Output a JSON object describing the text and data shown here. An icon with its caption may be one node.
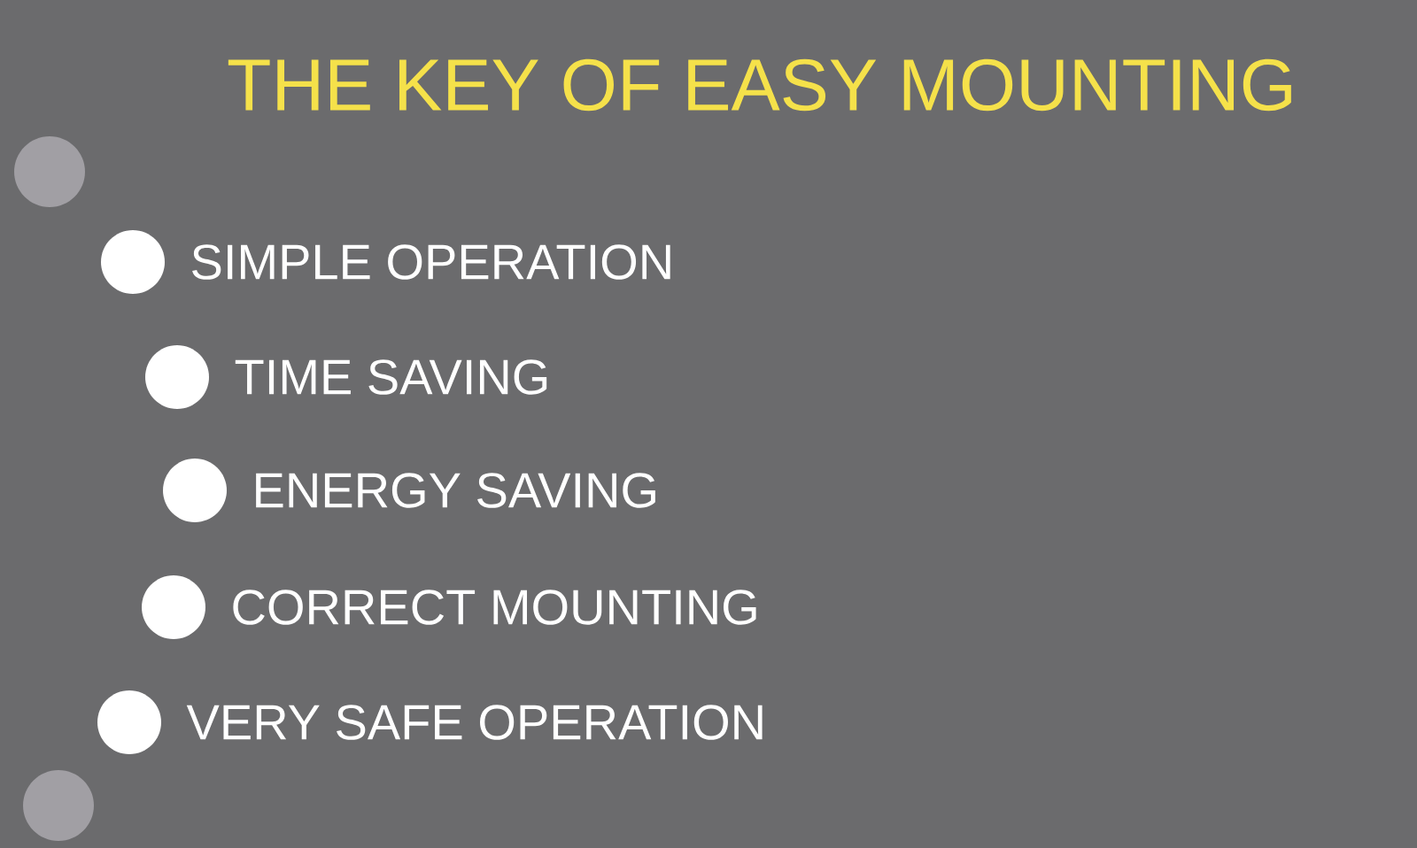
{
  "diagram": {
    "title": "THE KEY OF EASY MOUNTING",
    "labels": [
      "SIMPLE OPERATION",
      "TIME SAVING",
      "ENERGY SAVING",
      "CORRECT MOUNTING",
      "VERY SAFE OPERATION"
    ]
  }
}
